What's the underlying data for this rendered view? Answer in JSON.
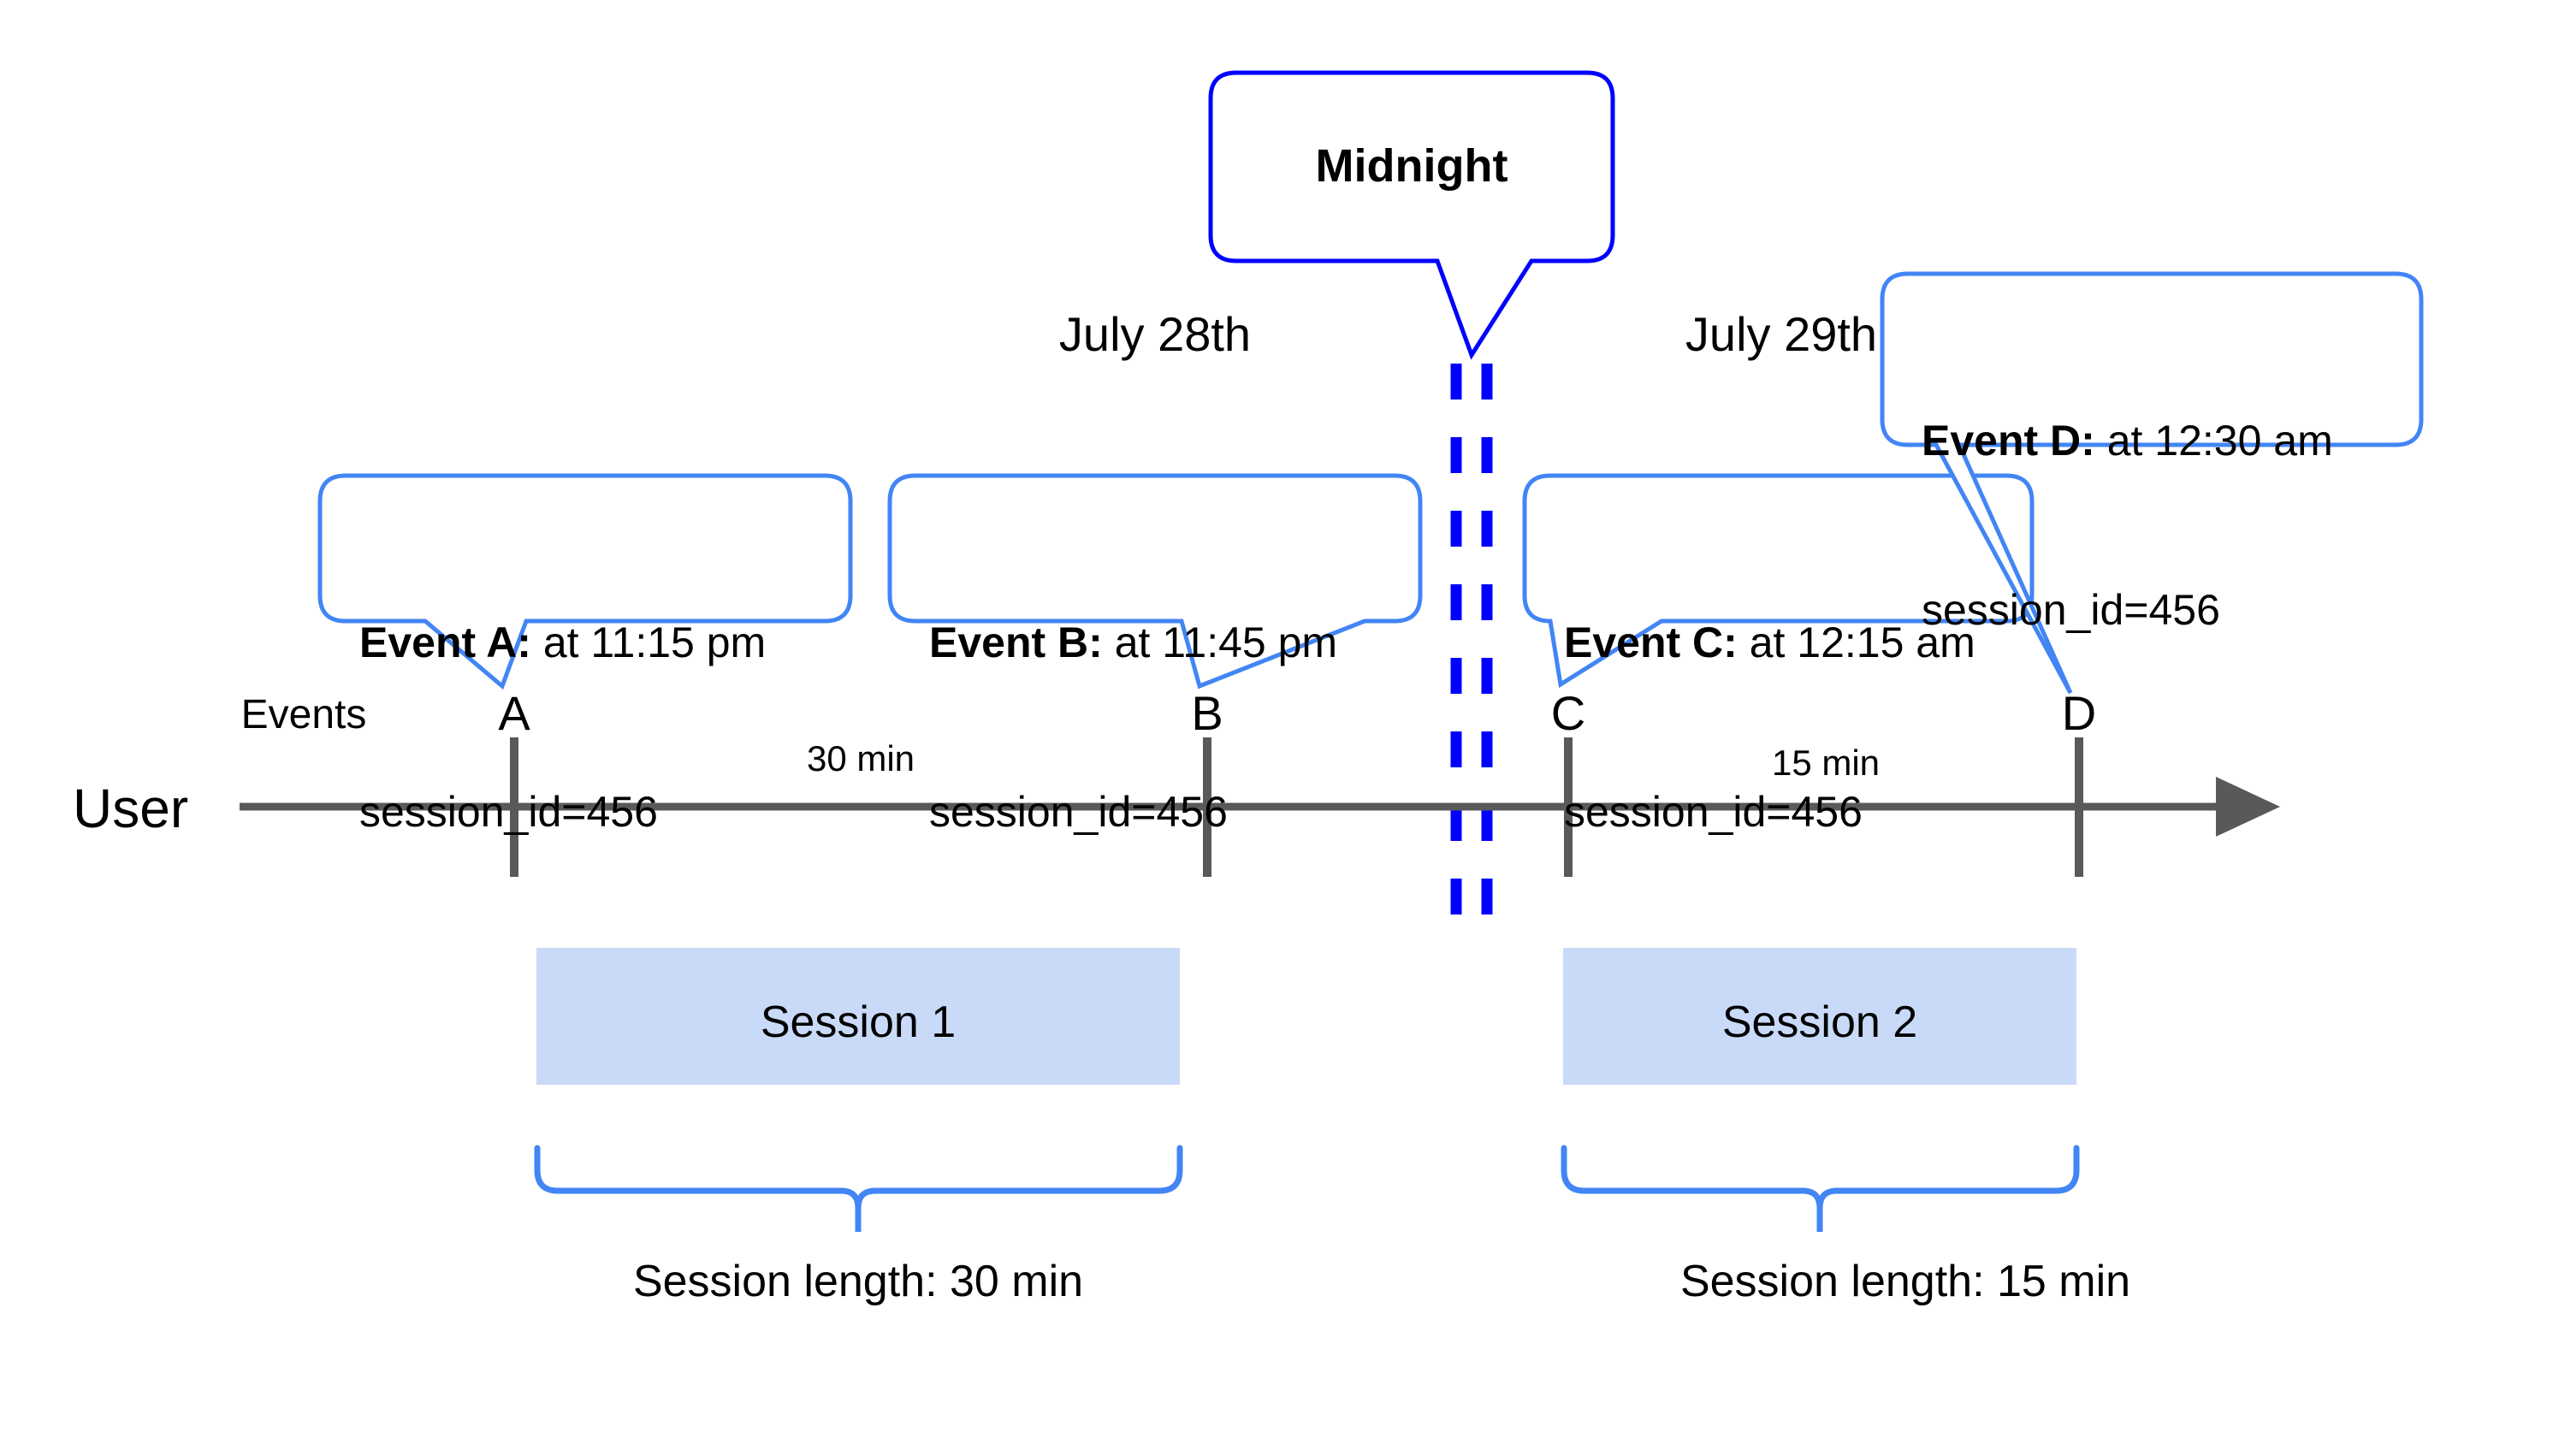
{
  "diagram": {
    "title_callout": {
      "label": "Midnight"
    },
    "axis": {
      "row_label_user": "User",
      "row_label_events": "Events"
    },
    "date_labels": [
      {
        "text": "July 28th"
      },
      {
        "text": "July 29th"
      }
    ],
    "markers": [
      {
        "letter": "A"
      },
      {
        "letter": "B"
      },
      {
        "letter": "C"
      },
      {
        "letter": "D"
      }
    ],
    "intervals": [
      {
        "label": "30 min"
      },
      {
        "label": "15 min"
      }
    ],
    "event_callouts": [
      {
        "name": "event-a",
        "bold_prefix": "Event A:",
        "time_text": " at 11:15 pm",
        "session_line": "session_id=456"
      },
      {
        "name": "event-b",
        "bold_prefix": "Event B:",
        "time_text": " at 11:45 pm",
        "session_line": "session_id=456"
      },
      {
        "name": "event-c",
        "bold_prefix": "Event C:",
        "time_text": " at 12:15 am",
        "session_line": "session_id=456"
      },
      {
        "name": "event-d",
        "bold_prefix": "Event D:",
        "time_text": " at 12:30 am",
        "session_line": "session_id=456"
      }
    ],
    "sessions": [
      {
        "box_label": "Session 1",
        "length_label": "Session length: 30 min"
      },
      {
        "box_label": "Session 2",
        "length_label": "Session length: 15 min"
      }
    ],
    "colors": {
      "callout_border": "#4285F4",
      "midnight_border": "#0000FF",
      "midnight_dash": "#0000FF",
      "axis": "#595959",
      "session_fill": "#C9DAF8",
      "brace": "#4285F4",
      "text": "#000000"
    }
  }
}
